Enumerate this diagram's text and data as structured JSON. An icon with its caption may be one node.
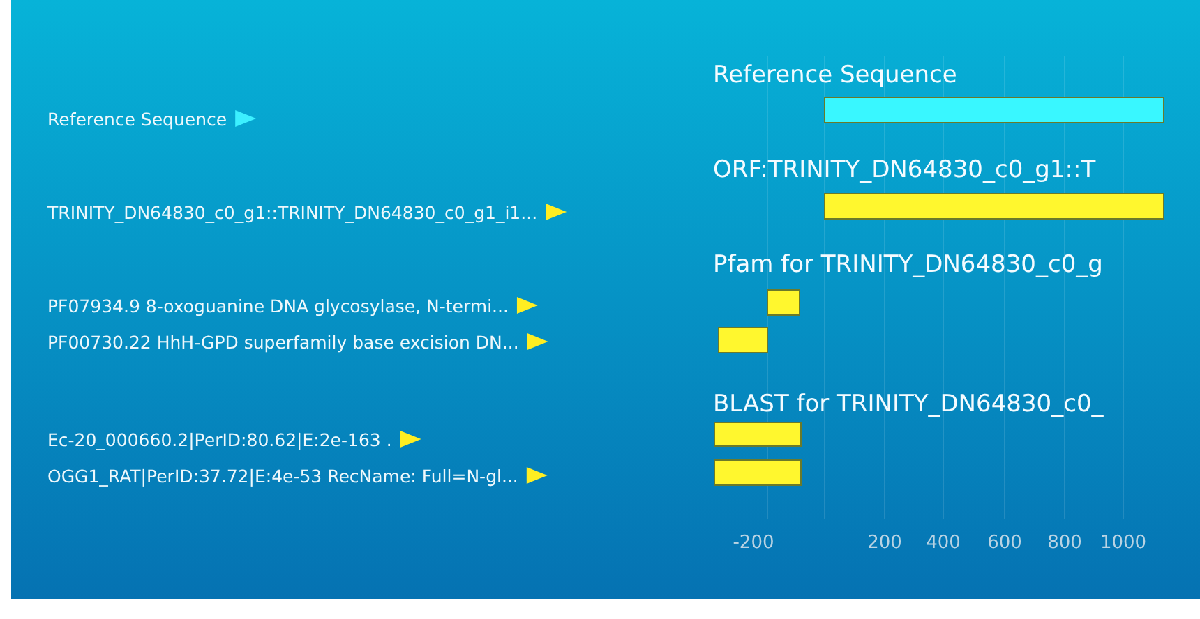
{
  "diagram": {
    "labels": [
      "Reference Sequence",
      "Reference Sequence",
      "ORF:TRINITY_DN64830_c0_g1::T",
      "TRINITY_DN64830_c0_g1::TRINITY_DN64830_c0_g1_i1...",
      "Pfam for TRINITY_DN64830_c0_g",
      "PF07934.9 8-oxoguanine DNA glycosylase, N-termi...",
      "PF00730.22 HhH-GPD superfamily base excision DN...",
      "BLAST for TRINITY_DN64830_c0_",
      "Ec-20_000660.2|PerID:80.62|E:2e-163 .",
      "OGG1_RAT|PerID:37.72|E:4e-53 RecName: Full=N-gl...",
      "-200",
      "200",
      "400",
      "600",
      "800",
      "1000"
    ]
  }
}
